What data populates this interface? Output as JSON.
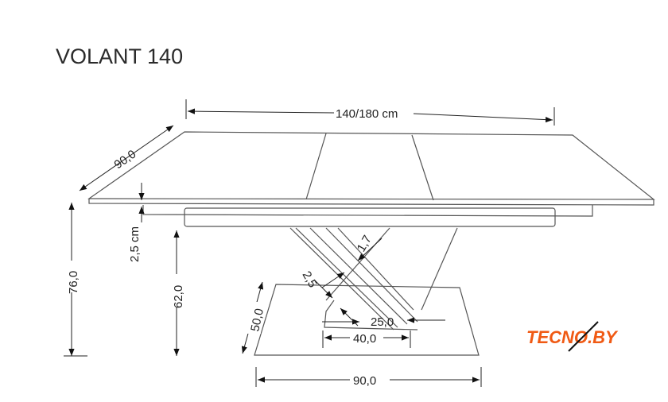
{
  "title": "VOLANT 140",
  "dimensions": {
    "length": "140/180 cm",
    "depth": "90,0",
    "height": "76,0",
    "top_thickness": "2,5 cm",
    "leg_height": "62,0",
    "base_depth": "50,0",
    "base_width": "90,0",
    "leg_span": "40,0",
    "leg_inner": "25,0",
    "leg_bar_1": "1,7",
    "leg_bar_2": "2,5"
  },
  "logo": {
    "text": "TECNO.BY",
    "color": "#f05a14"
  }
}
